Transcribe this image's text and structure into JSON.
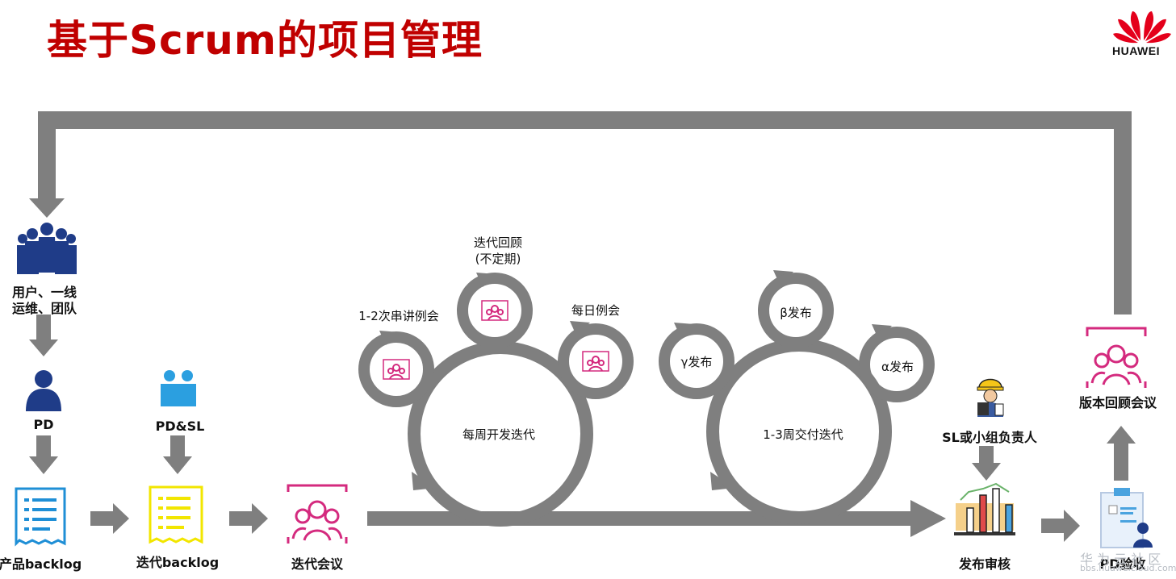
{
  "title": "基于Scrum的项目管理",
  "brand": {
    "name": "HUAWEI",
    "color": "#e4001b"
  },
  "colors": {
    "title": "#c00000",
    "flow": "#7f7f7f",
    "meeting": "#d42a7e",
    "role": "#1f3c88",
    "doc_blue": "#1f8fd6",
    "doc_yellow": "#f2e600"
  },
  "nodes": {
    "users": {
      "line1": "用户、一线",
      "line2": "运维、团队",
      "icon": "group-people-icon"
    },
    "pd": {
      "label": "PD",
      "icon": "person-icon"
    },
    "pdsl": {
      "label": "PD&SL",
      "icon": "two-people-icon"
    },
    "product_backlog": {
      "label": "产品backlog",
      "icon": "document-list-icon"
    },
    "sprint_backlog": {
      "label": "迭代backlog",
      "icon": "document-list-icon"
    },
    "sprint_meeting": {
      "label": "迭代会议",
      "icon": "meeting-icon"
    },
    "release_review": {
      "label": "发布审核",
      "icon": "bar-chart-icon"
    },
    "sl_lead": {
      "label": "SL或小组负责人",
      "icon": "engineer-icon"
    },
    "pd_acceptance": {
      "label": "PD验收",
      "icon": "clipboard-icon"
    },
    "version_retro": {
      "label": "版本回顾会议",
      "icon": "meeting-icon"
    }
  },
  "cycles": {
    "weekly": {
      "center": "每周开发迭代",
      "small": [
        {
          "label": "1-2次串讲例会",
          "icon": "meeting-icon"
        },
        {
          "line1": "迭代回顾",
          "line2": "(不定期)",
          "icon": "meeting-icon"
        },
        {
          "label": "每日例会",
          "icon": "meeting-icon"
        }
      ]
    },
    "delivery": {
      "center": "1-3周交付迭代",
      "small": [
        {
          "label": "γ发布"
        },
        {
          "label": "β发布"
        },
        {
          "label": "α发布"
        }
      ]
    }
  },
  "watermark": {
    "line1": "华 为 云 社 区",
    "line2": "bbs.huaweicloud.com"
  }
}
